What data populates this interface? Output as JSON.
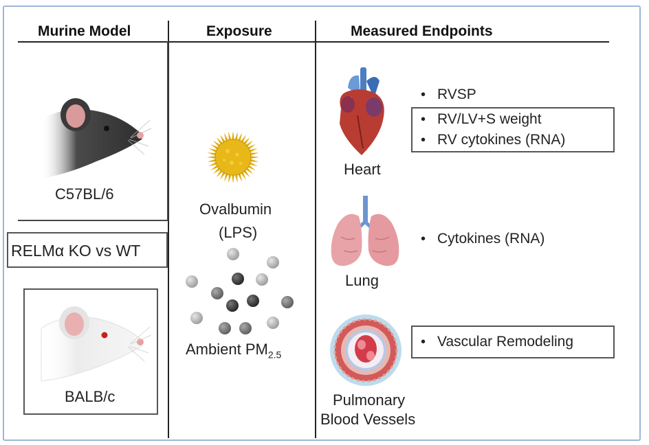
{
  "headers": {
    "murine_model": "Murine Model",
    "exposure": "Exposure",
    "measured_endpoints": "Measured Endpoints"
  },
  "murine": {
    "strain1": "C57BL/6",
    "comparison": "RELMα KO vs WT",
    "strain2": "BALB/c"
  },
  "exposure": {
    "ovalbumin": "Ovalbumin",
    "lps": "(LPS)",
    "pm_main": "Ambient PM",
    "pm_sub": "2.5"
  },
  "organs": {
    "heart": "Heart",
    "lung": "Lung",
    "vessels_line1": "Pulmonary",
    "vessels_line2": "Blood Vessels"
  },
  "endpoints": {
    "heart": [
      "RVSP",
      "RV/LV+S weight",
      "RV cytokines (RNA)"
    ],
    "lung": [
      "Cytokines (RNA)"
    ],
    "vessels": [
      "Vascular Remodeling"
    ]
  },
  "colors": {
    "frame": "#9db6d8",
    "pollen": "#e8b818",
    "heart": "#b93c32",
    "lung": "#e8a3a8",
    "vessel_wall": "#d25a5a"
  }
}
